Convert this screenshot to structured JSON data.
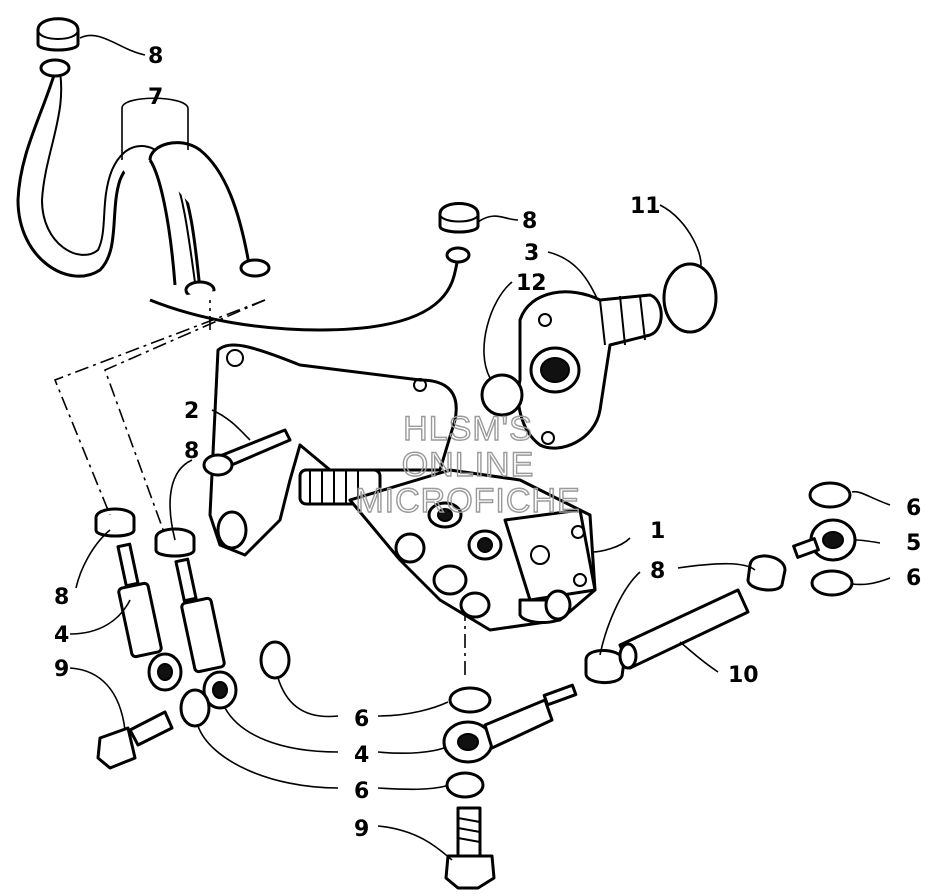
{
  "watermark": [
    "HLSM'S",
    "ONLINE",
    "MICROFICHE"
  ],
  "callouts": {
    "hose_clamp_top": "8",
    "hose": "7",
    "hose_clamp_mid": "8",
    "o_ring_11": "11",
    "housing_3": "3",
    "o_ring_12": "12",
    "screw_2": "2",
    "clamp_left_upper": "8",
    "clamp_left": "8",
    "banjo_fitting_left": "4",
    "bolt_left": "9",
    "pump_1": "1",
    "clamp_right": "8",
    "washer_right_top": "6",
    "banjo_fitting_right": "5",
    "washer_right_bottom": "6",
    "tube_10": "10",
    "washer_center": "6",
    "banjo_fitting_bottom": "4",
    "washer_bottom": "6",
    "bolt_bottom": "9"
  },
  "colors": {
    "line": "#000000",
    "watermark": "#9a9a9a"
  }
}
